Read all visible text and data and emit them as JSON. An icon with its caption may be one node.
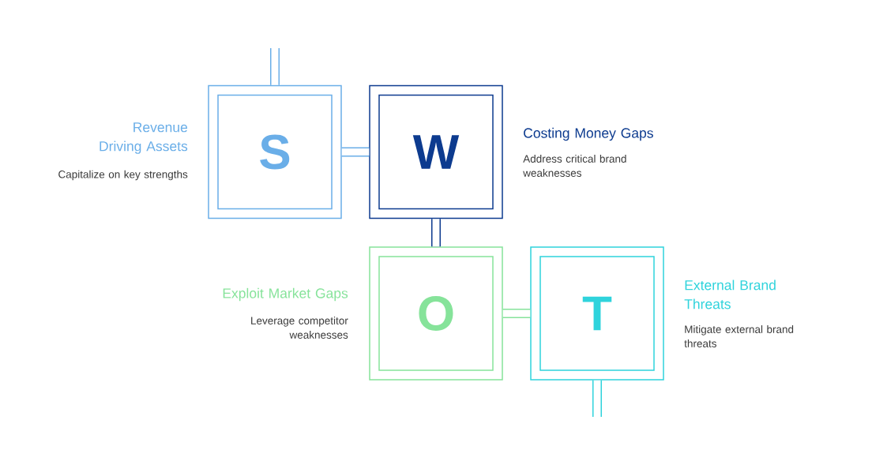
{
  "diagram": {
    "nodes": [
      {
        "text": [
          "S"
        ],
        "beside": [
          "Revenue Driving Assets",
          "Capitalize on key strengths"
        ]
      },
      {
        "text": [
          "W"
        ],
        "beside": [
          "Costing Money Gaps",
          "Address critical brand weaknesses"
        ]
      },
      {
        "text": [
          "O"
        ],
        "beside": [
          "Exploit Market Gaps",
          "Leverage competitor weaknesses"
        ]
      },
      {
        "text": [
          "T"
        ],
        "beside": [
          "External Brand Threats",
          "Mitigate external brand threats"
        ]
      }
    ],
    "edges": [
      {
        "from": null,
        "to": 0,
        "arrow": "none",
        "color": "#6aaee8"
      },
      {
        "from": 0,
        "to": 1,
        "arrow": "none",
        "color": "#6aaee8"
      },
      {
        "from": 1,
        "to": 2,
        "arrow": "none",
        "color": "#0d3b8f"
      },
      {
        "from": 2,
        "to": 3,
        "arrow": "none",
        "color": "#86e39a"
      },
      {
        "from": 3,
        "to": null,
        "arrow": "none",
        "color": "#2fd3dc"
      }
    ]
  }
}
